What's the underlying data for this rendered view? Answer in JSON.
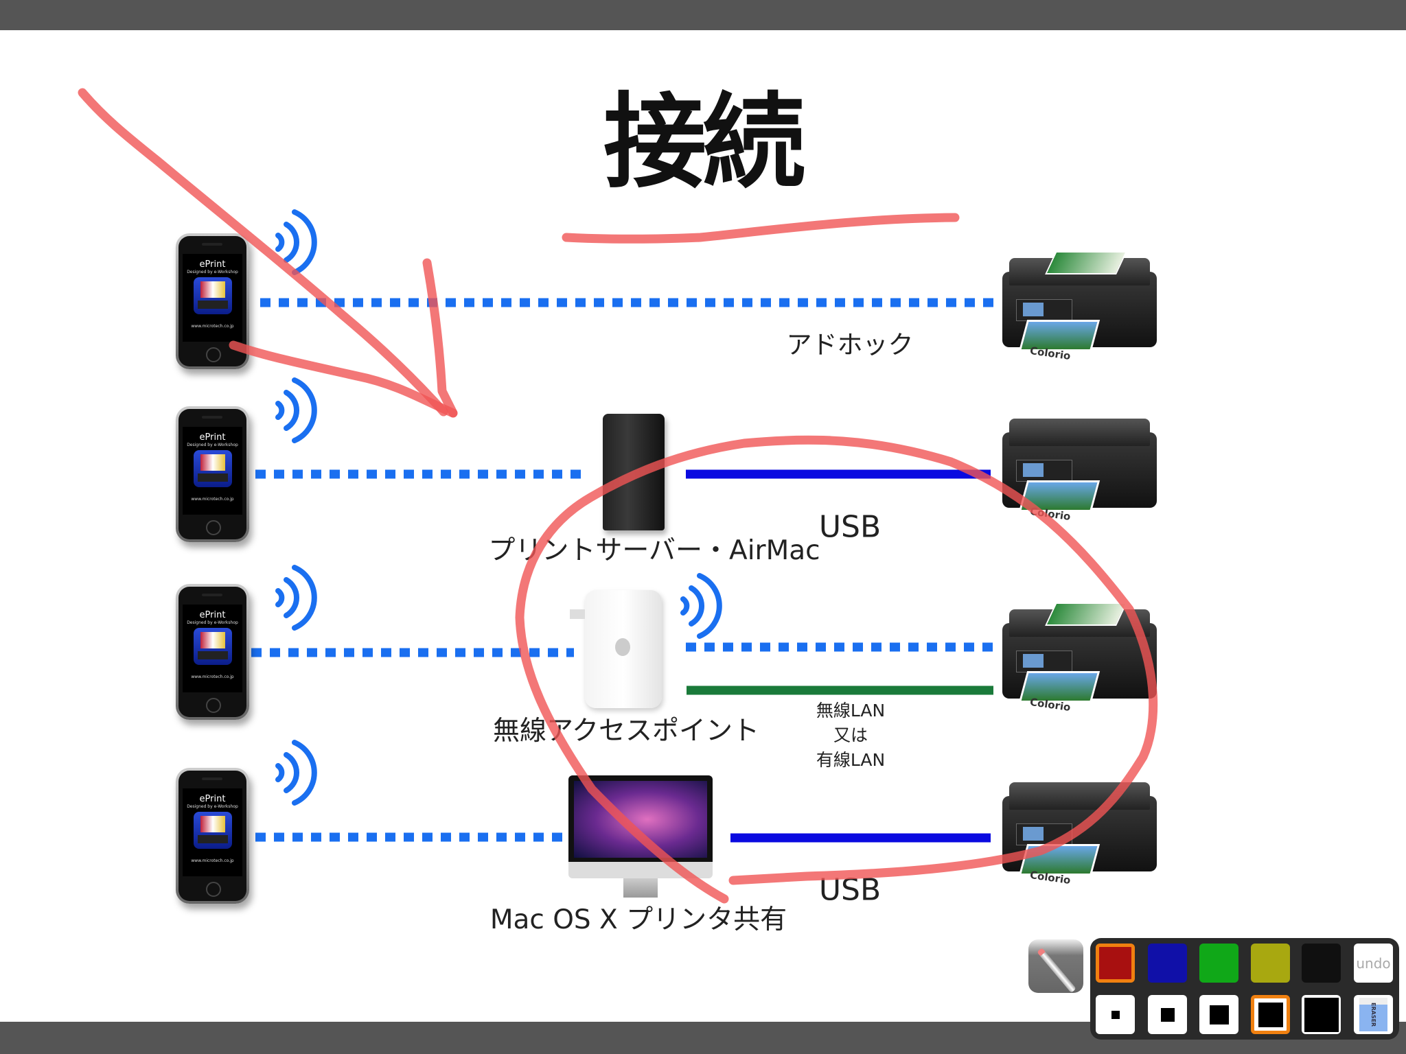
{
  "slide": {
    "title": "接続",
    "labels": {
      "adhoc": "アドホック",
      "print_server": "プリントサーバー・AirMac",
      "usb_1": "USB",
      "access_point": "無線アクセスポイント",
      "wireless_lan": "無線LAN",
      "or": "又は",
      "wired_lan": "有線LAN",
      "mac_share": "Mac OS X プリンタ共有",
      "usb_2": "USB"
    },
    "phone": {
      "app_name": "ePrint",
      "designed_by": "Designed by e-Workshop",
      "url": "www.microtech.co.jp"
    },
    "printer_brand": "Colorio",
    "colors": {
      "wifi": "#1a6ff0",
      "usb_line": "#0a0ae0",
      "lan_line": "#1a7a3a",
      "annotation": "#f06060"
    }
  },
  "toolbar": {
    "pen_icon": "pen-icon",
    "colors": [
      "#a81010",
      "#1010a8",
      "#10a818",
      "#a8a810",
      "#101010"
    ],
    "selected_color_index": 0,
    "undo_label": "undo",
    "sizes": [
      1,
      2,
      3,
      4,
      5
    ],
    "selected_size_index": 3,
    "eraser_label": "ERASER"
  }
}
